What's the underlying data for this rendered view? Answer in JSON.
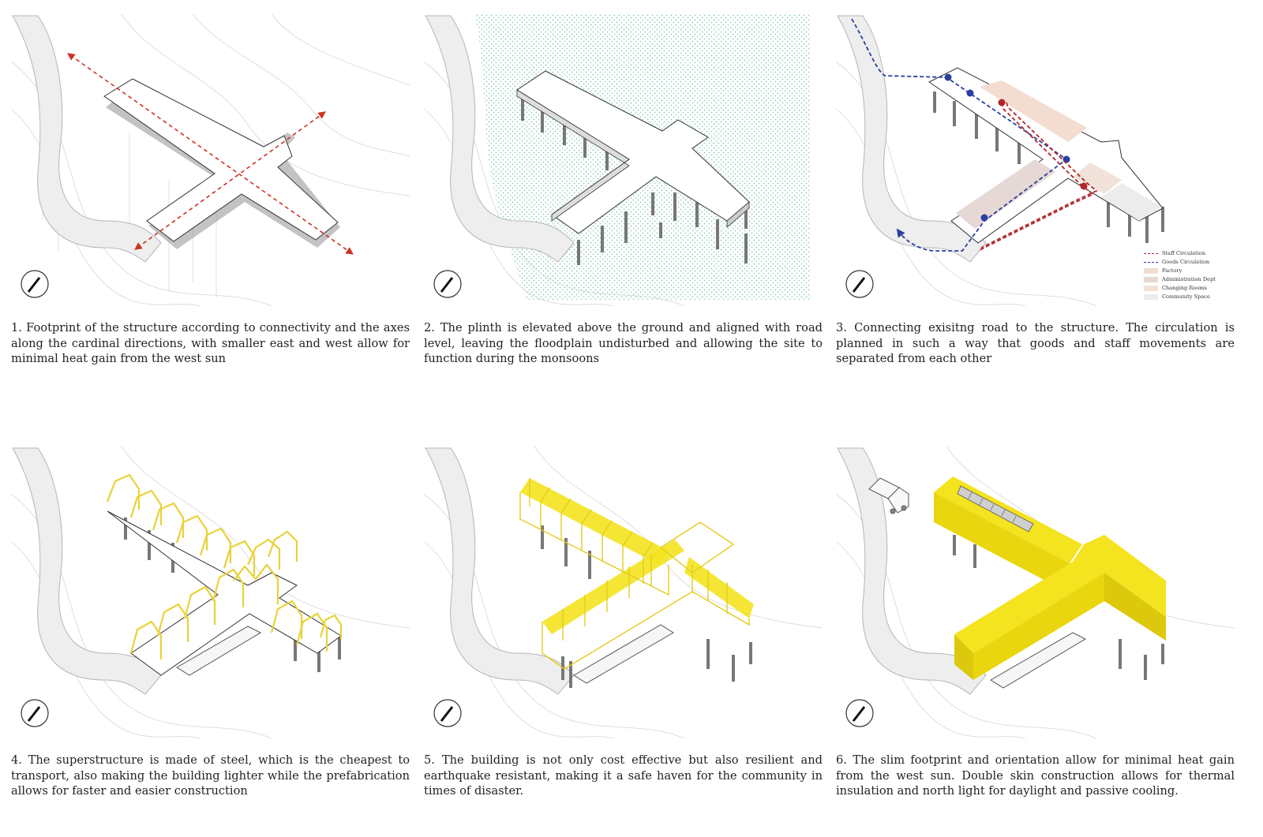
{
  "colors": {
    "accent_yellow": "#f4e31f",
    "yellow_frame": "#e8d23a",
    "red_axis": "#cc3322",
    "staff_red": "#b3252a",
    "goods_blue": "#2a3fa0",
    "road_fill": "#eeeeee",
    "contour": "#d4d4d4",
    "flood_dots": "#8fcbc0",
    "factory": "#f3ddd0",
    "admin": "#e6d8d4",
    "changing": "#f1e3da",
    "community": "#ececec"
  },
  "panels": [
    {
      "caption": "1. Footprint of the structure according to connectivity and the axes along the cardinal directions, with smaller east and west allow for minimal heat gain from the west sun"
    },
    {
      "caption": "2. The plinth is elevated above the ground and aligned with road level, leaving the floodplain undisturbed and allowing the site to function during the monsoons"
    },
    {
      "caption": "3. Connecting exisitng road to the structure. The circulation is planned in such a way that goods and staff movements are separated from each other"
    },
    {
      "caption": "4. The superstructure is made of steel, which is the cheapest to transport, also making the building lighter while the prefabrication allows for faster and easier construction"
    },
    {
      "caption": "5. The building is not only cost effective but also resilient and earthquake resistant, making it a safe haven for the community in times of disaster."
    },
    {
      "caption": "6. The slim footprint and orientation allow for minimal heat gain from the west sun. Double skin construction allows for thermal insulation and north light for daylight and passive cooling."
    }
  ],
  "legend": {
    "items": [
      {
        "label": "Staff Circulation",
        "kind": "line",
        "color": "#b3252a"
      },
      {
        "label": "Goods Circulation",
        "kind": "line",
        "color": "#2a3fa0"
      },
      {
        "label": "Factory",
        "kind": "fill",
        "color": "#f3ddd0"
      },
      {
        "label": "Administration Dept",
        "kind": "fill",
        "color": "#e6d8d4"
      },
      {
        "label": "Changing Rooms",
        "kind": "fill",
        "color": "#f1e3da"
      },
      {
        "label": "Community Space",
        "kind": "fill",
        "color": "#ececec"
      }
    ]
  }
}
